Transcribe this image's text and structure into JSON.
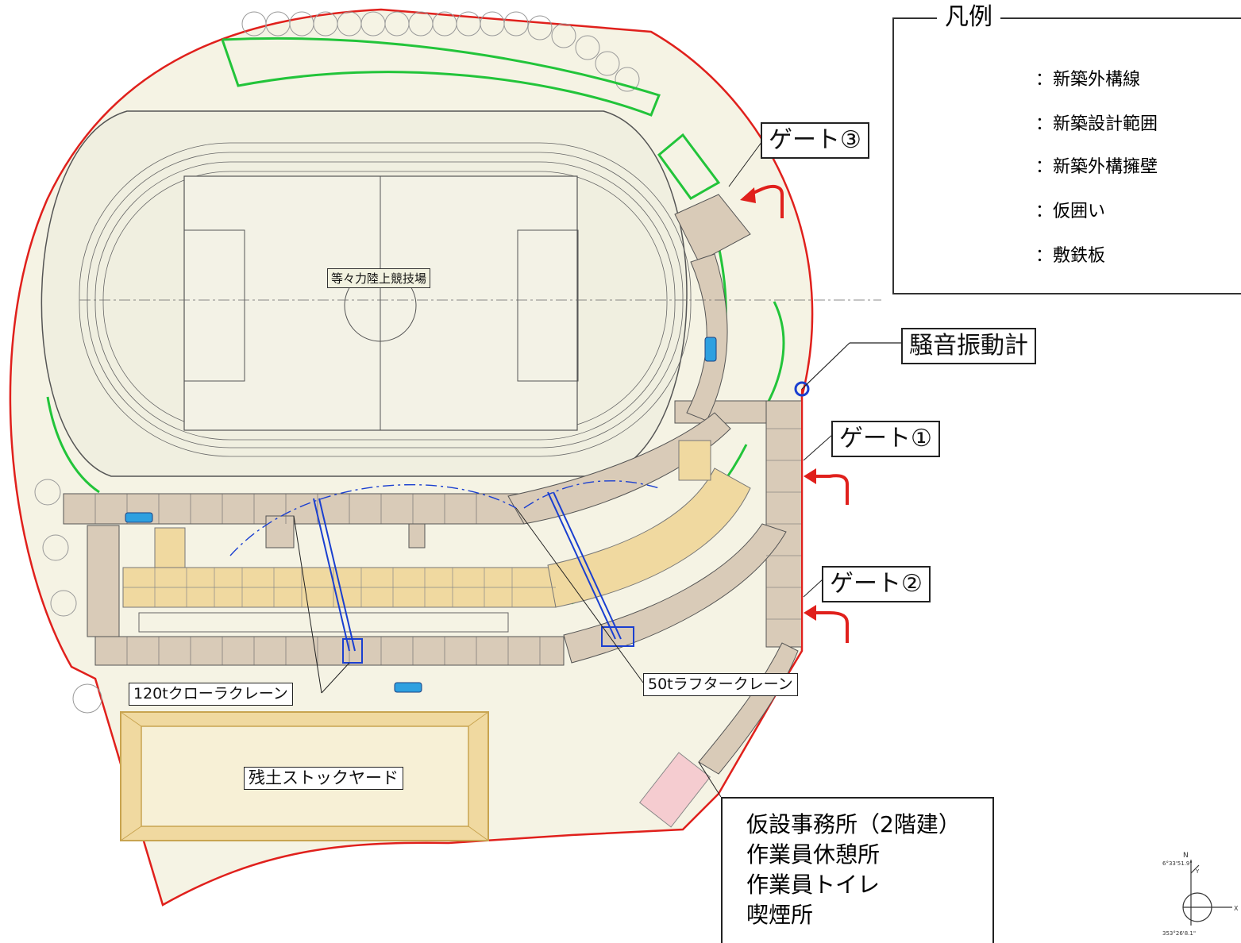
{
  "legend": {
    "title": "凡例",
    "items": [
      {
        "label": "：新築外構線",
        "symbol": "gray-box"
      },
      {
        "label": "：新築設計範囲",
        "symbol": "red-dashdot-line"
      },
      {
        "label": "：新築外構擁壁",
        "symbol": "green-line"
      },
      {
        "label": "：仮囲い",
        "symbol": "red-box"
      },
      {
        "label": "：敷鉄板",
        "symbol": "tan-box"
      }
    ]
  },
  "labels": {
    "stadium": "等々力陸上競技場",
    "gate3": "ゲート③",
    "gate1": "ゲート①",
    "gate2": "ゲート②",
    "noise_meter": "騒音振動計",
    "crawler_crane": "120tクローラクレーン",
    "rough_crane": "50tラフタークレーン",
    "stockyard": "残土ストックヤード",
    "office_lines": [
      "仮設事務所（2階建）",
      "作業員休憩所",
      "作業員トイレ",
      "喫煙所"
    ]
  },
  "compass": {
    "north": "N",
    "x_axis": "X",
    "y_axis": "Y",
    "coord_top": "6°33'51.9\"",
    "coord_bottom": "353°26'8.1\""
  },
  "colors": {
    "fence": "#e0201c",
    "retaining_wall": "#22c43a",
    "steel_plate": "#d9cbb8",
    "building": "#f0d9a0",
    "ground": "#f5f3e4",
    "crane": "#1a3fd0",
    "arrow": "#e0201c"
  }
}
